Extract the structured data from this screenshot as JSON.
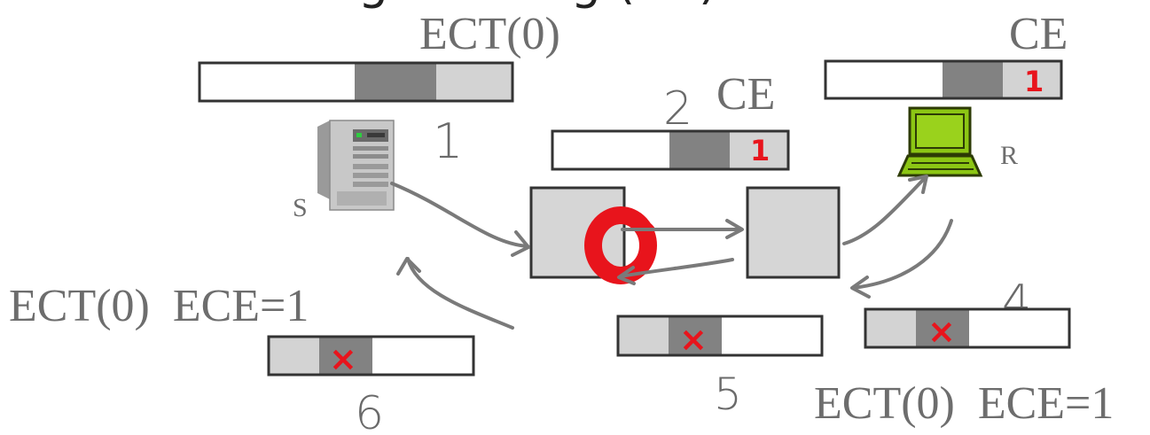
{
  "header_fragment": "ECN header flag marking (CE)",
  "labels": {
    "ect_top": "ECT(0)",
    "ce_top": "CE",
    "ce_middle": "CE",
    "sender": "S",
    "receiver": "R",
    "ect_ece_left": "ECT(0)  ECE=1",
    "ect_ece_right": "ECT(0)  ECE=1"
  },
  "steps": {
    "one": "1",
    "two": "2",
    "four": "4",
    "five": "5",
    "six": "6"
  },
  "packet_marks": {
    "ce_bit": "1",
    "ece_cross": "×"
  },
  "colors": {
    "packet_light": "#d3d3d3",
    "packet_dark": "#828282",
    "router_fill": "#d6d6d6",
    "congestion_red": "#e8141c",
    "laptop_green": "#8cc614",
    "arrow_gray": "#7a7a7a"
  },
  "icons": {
    "sender": "server-tower-icon",
    "receiver": "laptop-icon",
    "congestion": "congestion-marker-icon"
  }
}
